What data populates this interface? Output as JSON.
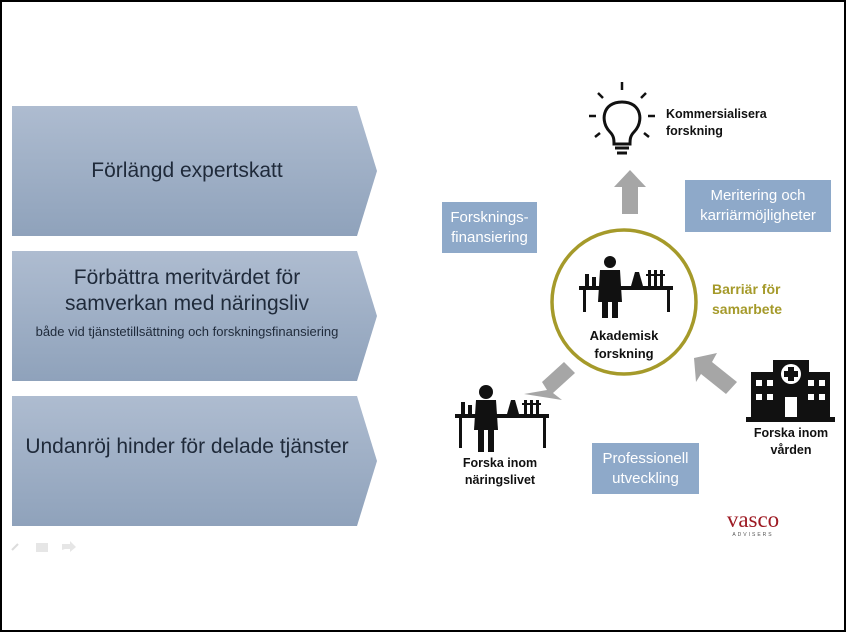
{
  "left_panel": {
    "items": [
      {
        "title": "Förlängd expertskatt",
        "subtitle": ""
      },
      {
        "title": "Förbättra meritvärdet för samverkan med näringsliv",
        "subtitle": "både vid tjänstetillsättning och forskningsfinansiering"
      },
      {
        "title": "Undanröj hinder för delade tjänster",
        "subtitle": ""
      }
    ]
  },
  "diagram": {
    "center": "Akademisk forskning",
    "barrier": "Barriär för samarbete",
    "top_node": "Kommersialisera forskning",
    "left_node": "Forska inom näringslivet",
    "right_node": "Forska inom vården",
    "boxes": {
      "funding": "Forsknings-finansiering",
      "merit": "Meritering och karriärmöjligheter",
      "development": "Professionell utveckling"
    }
  },
  "logo": {
    "name": "vasco",
    "tagline": "ADVISERS"
  },
  "colors": {
    "chevron": "#9fb0c6",
    "box": "#8ea9c9",
    "arrow": "#a6a6a6",
    "circle_border": "#a59a2a",
    "barrier_text": "#a59a2a",
    "logo": "#9e1b24"
  }
}
